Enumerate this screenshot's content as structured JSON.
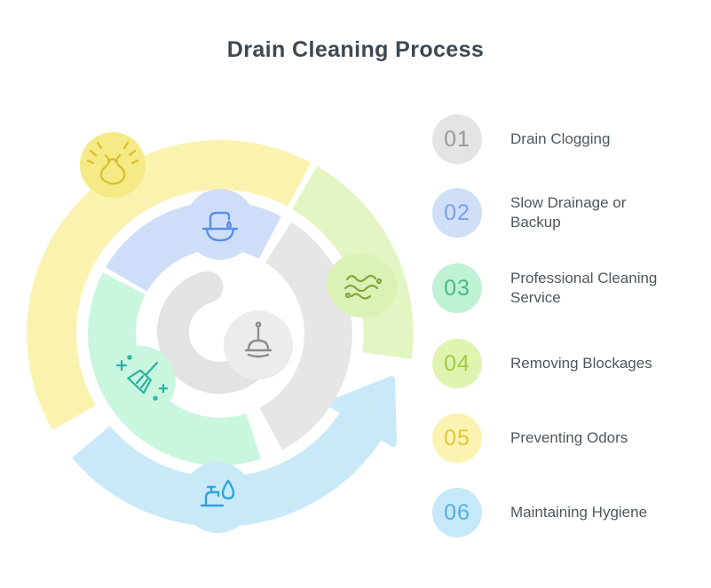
{
  "title": "Drain Cleaning Process",
  "legend": {
    "items": [
      {
        "number": "01",
        "label": "Drain Clogging",
        "circle_color": "#e4e4e4",
        "number_color": "#9a9a9a",
        "icon": "plunger-icon"
      },
      {
        "number": "02",
        "label": "Slow Drainage or Backup",
        "circle_color": "#cfdff8",
        "number_color": "#7aa0ea",
        "icon": "sink-icon"
      },
      {
        "number": "03",
        "label": "Professional Cleaning Service",
        "circle_color": "#bef2d3",
        "number_color": "#44bd84",
        "icon": "broom-icon"
      },
      {
        "number": "04",
        "label": "Removing Blockages",
        "circle_color": "#def4b0",
        "number_color": "#a4ca40",
        "icon": "clog-icon"
      },
      {
        "number": "05",
        "label": "Preventing Odors",
        "circle_color": "#fcf3b2",
        "number_color": "#e4c636",
        "icon": "odor-bag-icon"
      },
      {
        "number": "06",
        "label": "Maintaining Hygiene",
        "circle_color": "#c6e8f8",
        "number_color": "#4fb2e4",
        "icon": "water-tap-icon"
      }
    ]
  },
  "spiral": {
    "steps": [
      {
        "step": "01",
        "icon": "plunger-icon",
        "arc_color": "#e3e3e3",
        "icon_circle_color": "#ececec",
        "icon_stroke_color": "#8d8d8d"
      },
      {
        "step": "02",
        "icon": "sink-icon",
        "arc_color": "#cfdef8",
        "icon_circle_color": "#cfdef8",
        "icon_stroke_color": "#5c8ee9"
      },
      {
        "step": "03",
        "icon": "broom-icon",
        "arc_color": "#c9f6de",
        "icon_circle_color": "#c9f6de",
        "icon_stroke_color": "#28b2a2"
      },
      {
        "step": "04",
        "icon": "clog-icon",
        "arc_color": "#e3f5c3",
        "icon_circle_color": "#daf2b6",
        "icon_stroke_color": "#84a636"
      },
      {
        "step": "05",
        "icon": "odor-bag-icon",
        "arc_color": "#faf3b0",
        "icon_circle_color": "#f5ea85",
        "icon_stroke_color": "#d8c028"
      },
      {
        "step": "06",
        "icon": "water-tap-icon",
        "arc_color": "#c9e9f9",
        "icon_circle_color": "#c9e9f9",
        "icon_stroke_color": "#2ea4dc"
      }
    ],
    "middle_gray_arc_color": "#e6e6e6",
    "arrow_color": "#c9e9f9"
  }
}
